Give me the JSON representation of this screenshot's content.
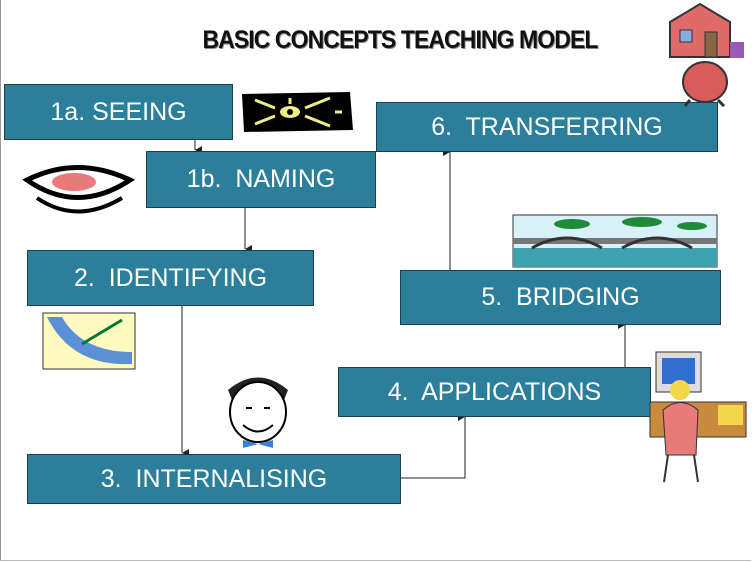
{
  "title": "BASIC CONCEPTS TEACHING MODEL",
  "steps": {
    "seeing": "1a. SEEING",
    "naming": "1b.  NAMING",
    "identifying": "2.  IDENTIFYING",
    "internalising": "3.  INTERNALISING",
    "applications": "4.  APPLICATIONS",
    "bridging": "5.  BRIDGING",
    "transferring": "6.  TRANSFERRING"
  },
  "colors": {
    "box": "#2b7f9b",
    "text": "#ffffff"
  }
}
